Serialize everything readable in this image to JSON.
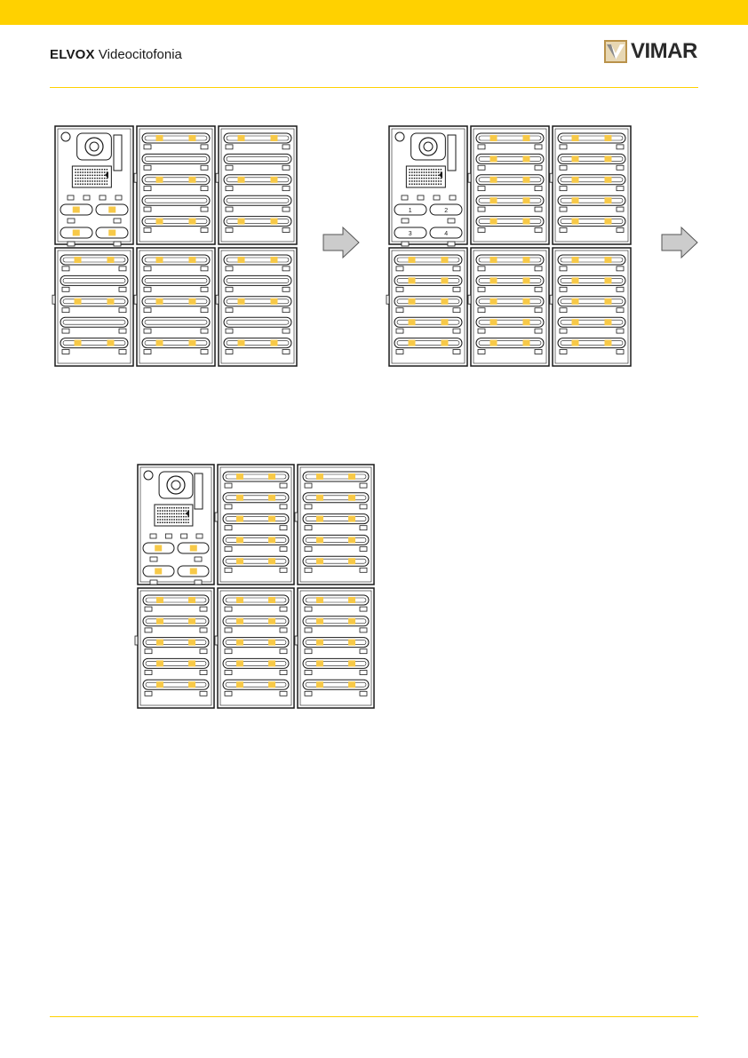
{
  "header": {
    "brand_bold": "ELVOX",
    "brand_rest": "Videocitofonia",
    "logo_text": "VIMAR"
  },
  "colors": {
    "accent_yellow": "#FFD100",
    "led_yellow": "#F7C948",
    "line": "#1a1a1a",
    "arrow_fill": "#cccccc"
  },
  "diagram": {
    "panels": [
      {
        "name": "panel-step-1"
      },
      {
        "name": "panel-step-2"
      },
      {
        "name": "panel-step-3"
      }
    ],
    "audio_module_button_labels": [
      "1",
      "2",
      "3",
      "4"
    ]
  }
}
